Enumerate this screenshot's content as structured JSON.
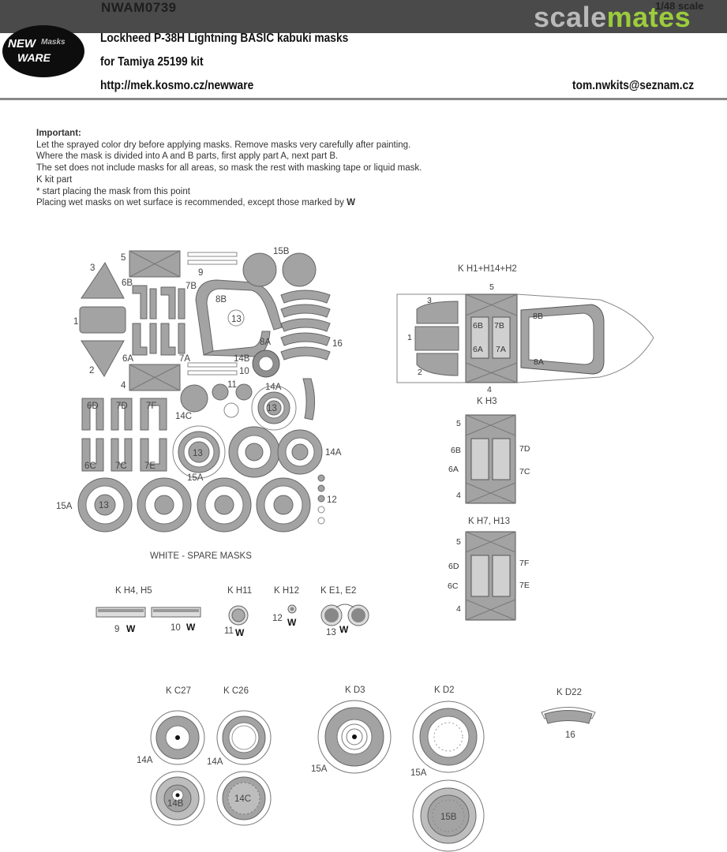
{
  "header": {
    "code": "NWAM0739",
    "scale": "1/48 scale",
    "brand_part1": "scale",
    "brand_part2": "mates",
    "title": "Lockheed P-38H Lightning BASIC kabuki masks",
    "kit": "for Tamiya 25199 kit",
    "url": "http://mek.kosmo.cz/newware",
    "email": "tom.nwkits@seznam.cz",
    "logo_line1": "NEW",
    "logo_line1b": "Masks",
    "logo_line2": "WARE"
  },
  "notes": {
    "important": "Important:",
    "lines": [
      "Let the sprayed color dry before applying masks. Remove masks very carefully after painting.",
      "Where the mask is divided into A and B parts, first apply part A, next part B.",
      "The set does not include masks for all areas, so mask the rest with masking tape or liquid mask.",
      "K kit part",
      "*  start placing the mask from this point"
    ],
    "wet_line": "Placing wet masks on wet surface is recommended, except those marked by",
    "w_mark": "W"
  },
  "sheet": {
    "labels": {
      "l3": "3",
      "l5": "5",
      "l15B": "15B",
      "l9": "9",
      "l6B": "6B",
      "l7B": "7B",
      "l8B": "8B",
      "l13": "13",
      "l1": "1",
      "l8A": "8A",
      "l16": "16",
      "l6A": "6A",
      "l7A": "7A",
      "l14B": "14B",
      "l10": "10",
      "l2": "2",
      "l4": "4",
      "l11": "11",
      "l14A": "14A",
      "l6D": "6D",
      "l7D": "7D",
      "l7F": "7F",
      "l14C": "14C",
      "l15A": "15A",
      "l6C": "6C",
      "l7C": "7C",
      "l7E": "7E",
      "l12": "12"
    },
    "spare_caption": "WHITE - SPARE MASKS"
  },
  "canopy": {
    "title": "K H1+H14+H2",
    "labels": [
      "5",
      "3",
      "6B",
      "7B",
      "8B",
      "1",
      "6A",
      "7A",
      "8A",
      "2",
      "4"
    ]
  },
  "h3": {
    "title": "K H3",
    "labels": [
      "5",
      "6B",
      "7D",
      "6A",
      "7C",
      "4"
    ]
  },
  "h7": {
    "title": "K H7, H13",
    "labels": [
      "5",
      "6D",
      "7F",
      "6C",
      "7E",
      "4"
    ]
  },
  "small_parts": {
    "h4h5": "K H4, H5",
    "h11": "K H11",
    "h12": "K H12",
    "e1e2": "K E1, E2",
    "n9": "9",
    "n10": "10",
    "n11": "11",
    "n12": "12",
    "n13": "13"
  },
  "wheels": {
    "c27": "K C27",
    "c26": "K C26",
    "d3": "K D3",
    "d2": "K D2",
    "d22": "K D22",
    "l14A": "14A",
    "l14A2": "14A",
    "l14B": "14B",
    "l14C": "14C",
    "l15A": "15A",
    "l15A2": "15A",
    "l15B": "15B",
    "l16": "16"
  }
}
